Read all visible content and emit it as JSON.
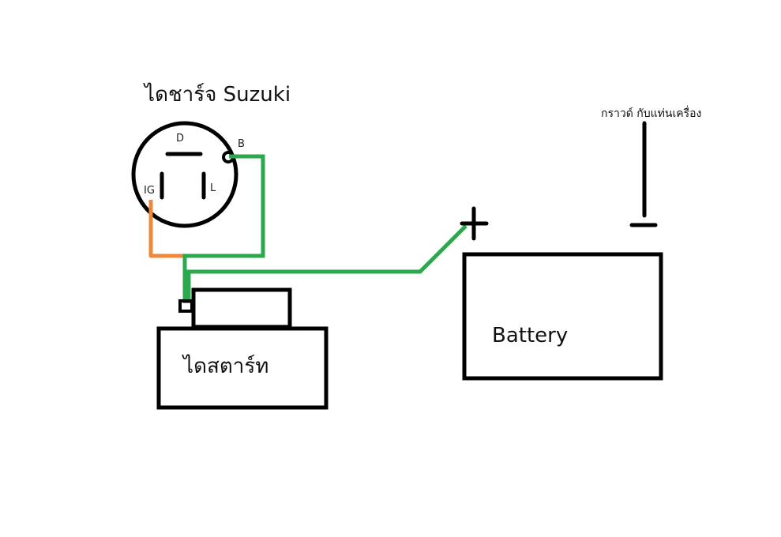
{
  "diagram": {
    "title": "ไดชาร์จ Suzuki",
    "alternator": {
      "pins": {
        "d": "D",
        "b": "B",
        "ig": "IG",
        "l": "L"
      }
    },
    "starter": {
      "label": "ไดสตาร์ท"
    },
    "battery": {
      "label": "Battery",
      "positive_symbol": "+",
      "negative_symbol": "−"
    },
    "ground": {
      "label": "กราวด์ กับแท่นเครื่อง"
    },
    "colors": {
      "outline": "#000000",
      "ig_wire": "#F0883A",
      "b_wire": "#2EA84E",
      "background": "#FFFFFF"
    }
  }
}
